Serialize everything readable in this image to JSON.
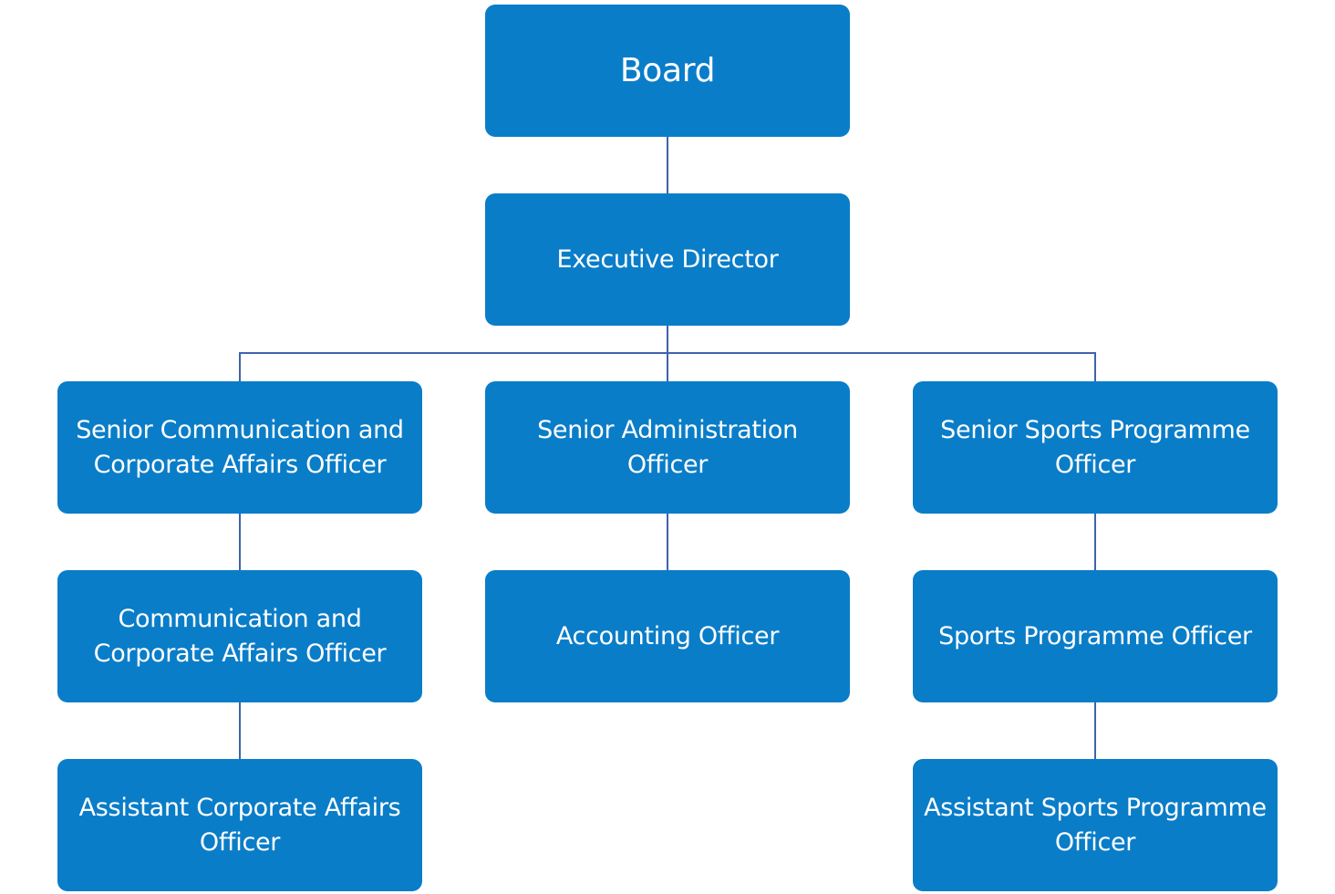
{
  "colors": {
    "node_fill": "#0a7dc8",
    "node_text": "#ffffff",
    "connector": "#3f63ad",
    "background": "#ffffff"
  },
  "nodes": {
    "board": "Board",
    "executive_director": "Executive Director",
    "senior_communication": "Senior Communication and Corporate Affairs Officer",
    "senior_administration": "Senior Administration Officer",
    "senior_sports": "Senior Sports Programme Officer",
    "communication": "Communication and Corporate Affairs Officer",
    "accounting": "Accounting Officer",
    "sports": "Sports Programme Officer",
    "assistant_corporate": "Assistant Corporate Affairs Officer",
    "assistant_sports": "Assistant Sports Programme Officer"
  },
  "hierarchy": [
    {
      "parent": "board",
      "child": "executive_director"
    },
    {
      "parent": "executive_director",
      "child": "senior_communication"
    },
    {
      "parent": "executive_director",
      "child": "senior_administration"
    },
    {
      "parent": "executive_director",
      "child": "senior_sports"
    },
    {
      "parent": "senior_communication",
      "child": "communication"
    },
    {
      "parent": "senior_administration",
      "child": "accounting"
    },
    {
      "parent": "senior_sports",
      "child": "sports"
    },
    {
      "parent": "communication",
      "child": "assistant_corporate"
    },
    {
      "parent": "sports",
      "child": "assistant_sports"
    }
  ]
}
